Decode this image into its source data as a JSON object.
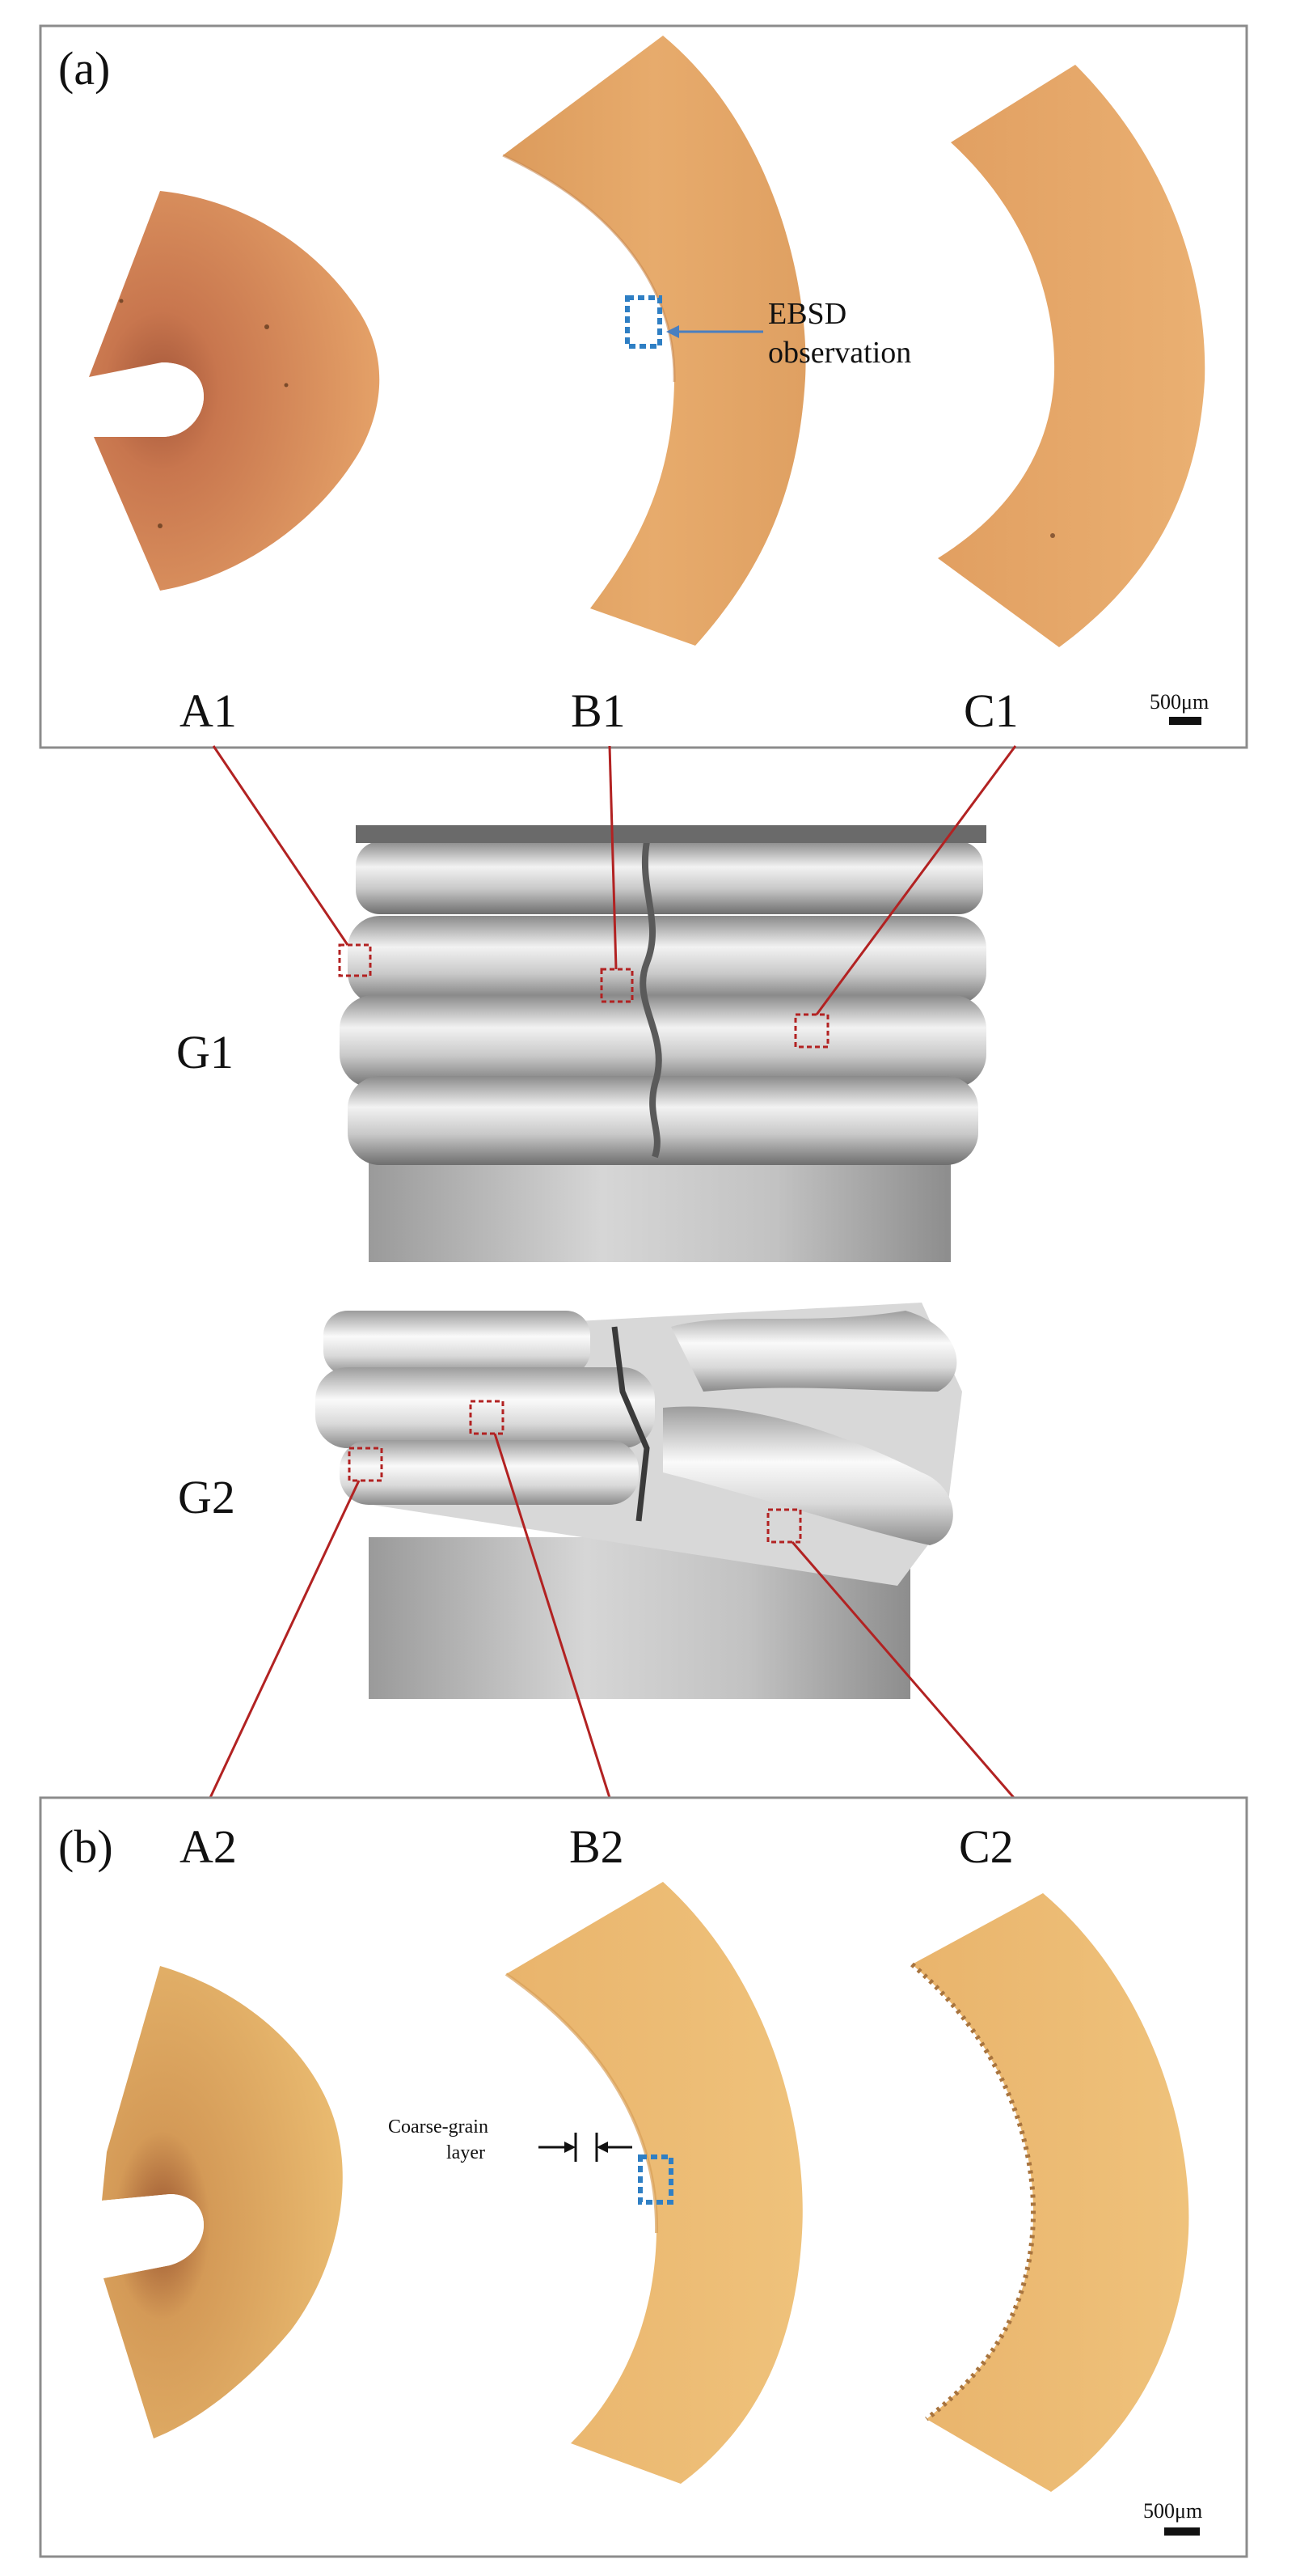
{
  "panel_a": {
    "label": "(a)",
    "samples": [
      "A1",
      "B1",
      "C1"
    ],
    "ebsd_label_line1": "EBSD",
    "ebsd_label_line2": "observation",
    "scale_bar": "500μm"
  },
  "middle": {
    "specimen_1": "G1",
    "specimen_2": "G2"
  },
  "panel_b": {
    "label": "(b)",
    "samples": [
      "A2",
      "B2",
      "C2"
    ],
    "coarse_line1": "Coarse-grain",
    "coarse_line2": "layer",
    "scale_bar": "500μm"
  },
  "colors": {
    "section_orange": "#e6a764",
    "section_yellow": "#eec078",
    "frame": "#8c8c8c",
    "leader_red": "#b22222",
    "ebsd_blue": "#2f7fc4",
    "metal": "#b8b8b8"
  }
}
